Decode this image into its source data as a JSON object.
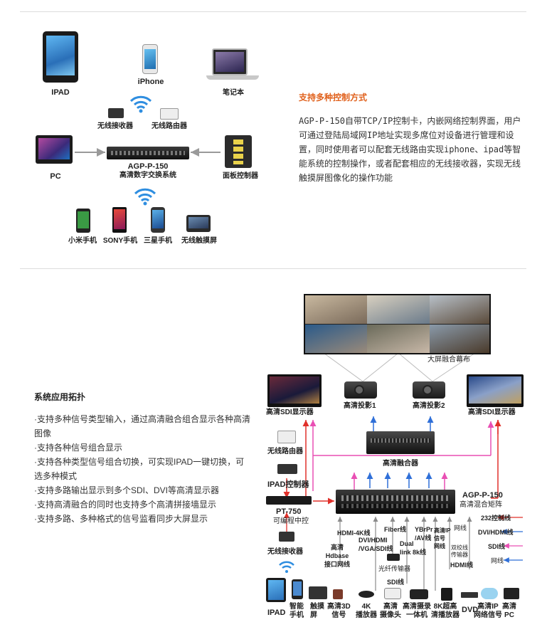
{
  "top": {
    "devices": {
      "ipad": "IPAD",
      "iphone": "iPhone",
      "laptop": "笔记本",
      "wireless_receiver": "无线接收器",
      "wireless_router": "无线路由器",
      "pc": "PC",
      "switch_model": "AGP-P-150",
      "switch_desc": "高清数字交换系统",
      "panel_controller": "面板控制器",
      "xiaomi": "小米手机",
      "sony": "SONY手机",
      "samsung": "三星手机",
      "touchscreen": "无线触摸屏"
    },
    "control_title": "支持多种控制方式",
    "control_desc": "AGP-P-150自带TCP/IP控制卡，内嵌网络控制界面，用户可通过登陆局域网IP地址实现多席位对设备进行管理和设置，同时使用者可以配套无线路由实现iphone、ipad等智能系统的控制操作，或者配套相应的无线接收器，实现无线触摸屏图像化的操作功能"
  },
  "bottom": {
    "title": "系统应用拓扑",
    "features": [
      "·支持多种信号类型输入，通过高清融合组合显示各种高清图像",
      "·支持各种信号组合显示",
      "·支持各种类型信号组合切换，可实现IPAD一键切换，可选多种模式",
      "·支持多路输出显示到多个SDI、DVI等高清显示器",
      "·支持高清融合的同时也支持多个高清拼接墙显示",
      "·支持多路、多种格式的信号监看同步大屏显示"
    ],
    "diagram": {
      "screen": "大屏融合幕布",
      "sdi_display_left": "高清SDI显示器",
      "projector1": "高清投影1",
      "projector2": "高清投影2",
      "sdi_display_right": "高清SDI显示器",
      "router": "无线路由器",
      "fusion": "高清融合器",
      "ipad_ctrl": "IPAD控制器",
      "matrix_model": "AGP-P-150",
      "matrix_desc": "高清混合矩阵",
      "pt750": "PT-750",
      "pt750_desc": "可编程中控",
      "receiver": "无线接收器",
      "hdmi4k": "HDMI-4K线",
      "dvi_vga_sdi": "DVI/HDMI\n/VGA/SDI线",
      "fiber": "Fiber线",
      "dual_link": "Dual\nlink 8k线",
      "ypbpr": "YBrPr\n/AV线",
      "ip_net": "高清IP\n信号\n网线",
      "net": "网线",
      "twisted": "双绞线\n传输器",
      "hdmi_line": "HDMI线",
      "c232": "232控制线",
      "dvi_hdmi": "DVI/HDMI线",
      "sdi_line": "SDI线",
      "net_line": "网线",
      "hdbase": "高清\nHdbase\n接口网线",
      "fiber_tx": "光纤传输器",
      "sdi_small": "SDI线",
      "src_ipad": "IPAD",
      "src_phone": "智能\n手机",
      "src_touch": "触摸\n屏",
      "src_3d": "高清3D\n信号",
      "src_4k": "4K\n播放器",
      "src_cam": "高清\n摄像头",
      "src_camcorder": "高清摄录\n一体机",
      "src_8k": "8K超高\n清播放器",
      "src_dvd": "DVD",
      "src_ipnet": "高清IP\n网络信号",
      "src_pc": "高清\nPC"
    }
  },
  "colors": {
    "accent": "#e0601b",
    "arrow_red": "#e0302a",
    "arrow_pink": "#e94fb4",
    "arrow_blue": "#2f6fd8",
    "arrow_gray": "#8a8a8a"
  }
}
